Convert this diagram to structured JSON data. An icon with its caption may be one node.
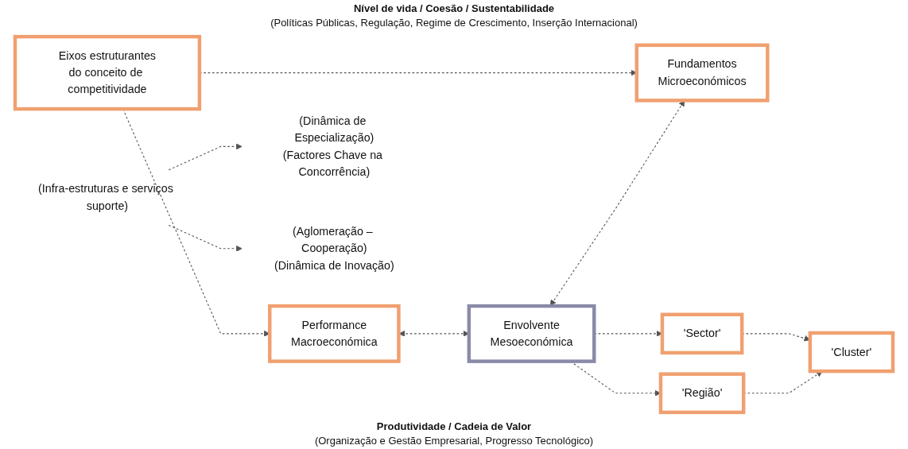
{
  "diagram": {
    "nodes": [
      {
        "text": [
          "Eixos estruturantes",
          "do conceito de competitividade"
        ]
      },
      {
        "text": [
          "Performance",
          "Macroeconómica"
        ]
      },
      {
        "text": [
          "Envolvente",
          "Mesoeconómica"
        ]
      },
      {
        "text": [
          "Fundamentos",
          "Microeconómicos"
        ]
      },
      {
        "text": [
          "'Sector'"
        ]
      },
      {
        "text": [
          "'Região'"
        ]
      },
      {
        "text": [
          "'Cluster'"
        ]
      },
      {
        "text": [
          "(Dinâmica de Especialização)",
          "(Factores Chave na Concorrência)"
        ]
      },
      {
        "text": [
          "(Infra-estruturas e serviços suporte)"
        ]
      },
      {
        "text": [
          "(Aglomeração – Cooperação)",
          "(Dinâmica de Inovação)"
        ]
      }
    ],
    "edges": [
      {
        "from": 0,
        "to": 1,
        "arrow": "to",
        "style": "dashed"
      },
      {
        "from": 0,
        "to": 3,
        "arrow": "to",
        "style": "dashed"
      },
      {
        "from": 1,
        "to": 2,
        "arrow": "both",
        "style": "dashed"
      },
      {
        "from": 2,
        "to": 3,
        "arrow": "both",
        "style": "dashed"
      },
      {
        "from": 2,
        "to": 4,
        "arrow": "to",
        "style": "dashed"
      },
      {
        "from": 2,
        "to": 5,
        "arrow": "to",
        "style": "dashed"
      },
      {
        "from": 4,
        "to": 6,
        "arrow": "to",
        "style": "dashed"
      },
      {
        "from": 5,
        "to": 6,
        "arrow": "to",
        "style": "dashed"
      },
      {
        "from": 8,
        "to": 7,
        "arrow": "to",
        "style": "dashed"
      },
      {
        "from": 8,
        "to": 9,
        "arrow": "to",
        "style": "dashed"
      }
    ],
    "labels": [
      "Nível de vida / Coesão / Sustentabilidade",
      "(Políticas Públicas, Regulação, Regime de Crescimento, Inserção Internacional)",
      "Produtividade / Cadeia de Valor",
      "(Organização e Gestão Empresarial, Progresso Tecnológico)"
    ]
  }
}
